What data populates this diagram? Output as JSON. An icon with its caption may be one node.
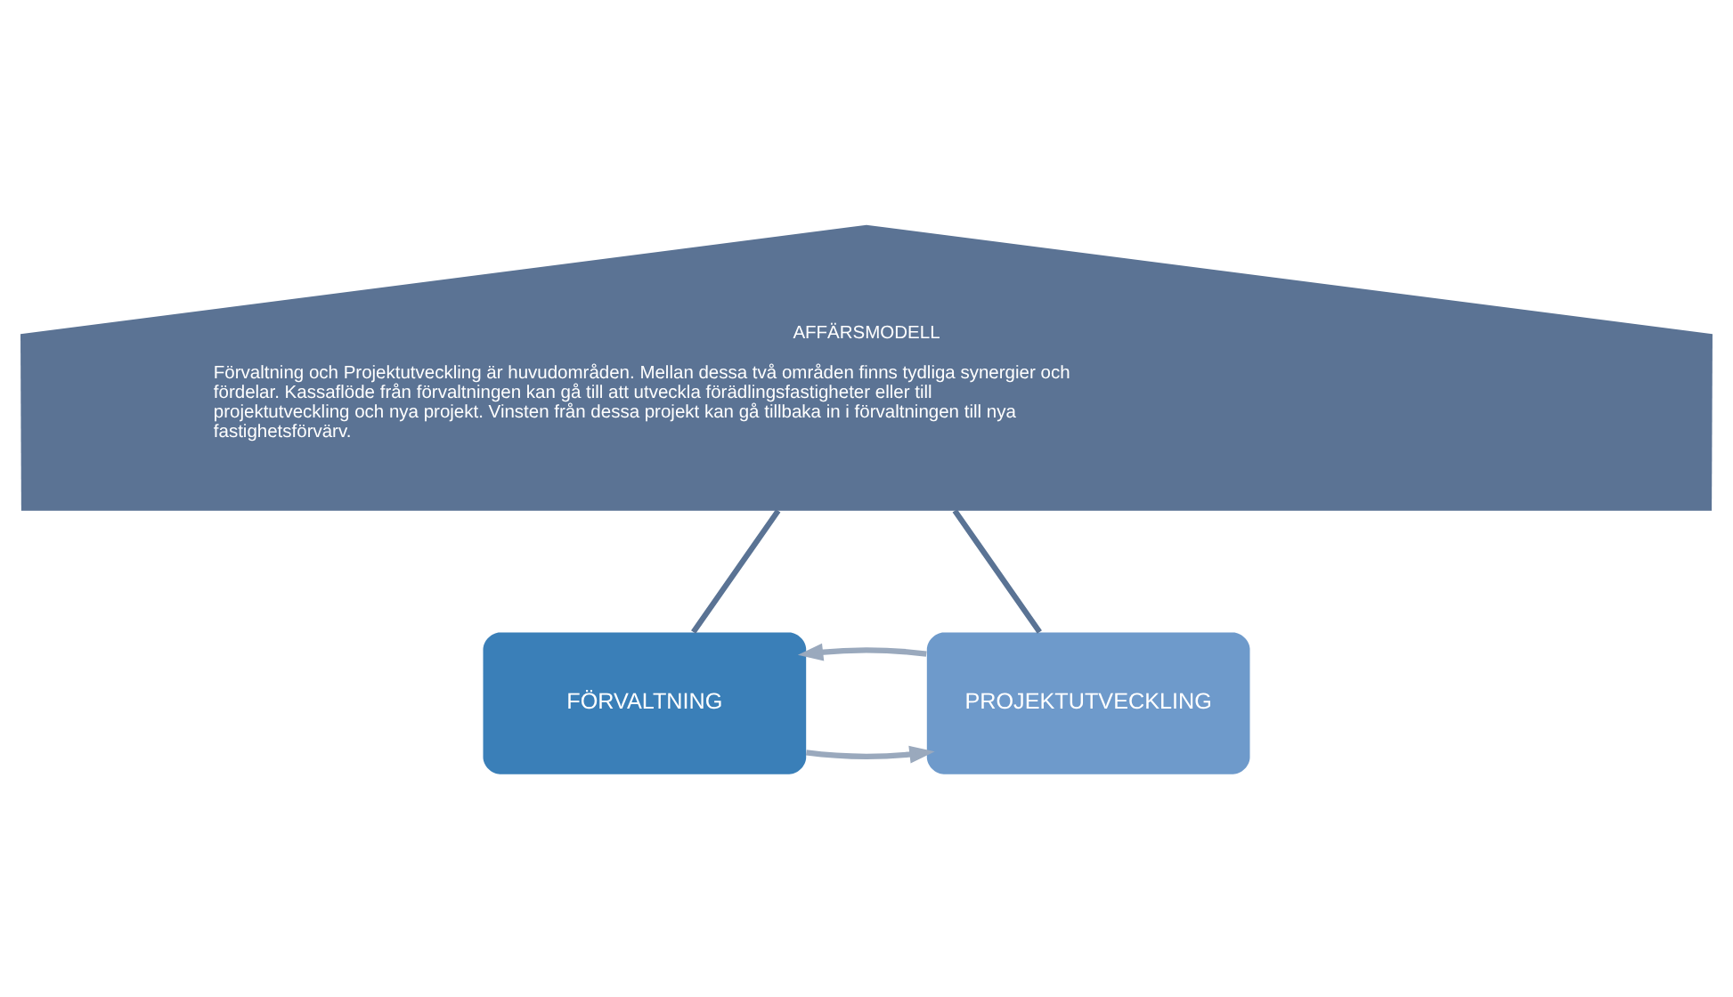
{
  "diagram": {
    "nodes": [
      {
        "text": [
          "AFFÄRSMODELL",
          "Förvaltning och Projektutveckling är huvudområden. Mellan dessa två områden finns tydliga synergier och fördelar. Kassaflöde från förvaltningen kan gå till att utveckla förädlingsfastigheter eller till projektutveckling och nya projekt. Vinsten från dessa projekt kan gå tillbaka in i förvaltningen till nya fastighetsförvärv."
        ]
      },
      {
        "text": [
          "FÖRVALTNING"
        ]
      },
      {
        "text": [
          "PROJEKTUTVECKLING"
        ]
      }
    ],
    "edges": [
      {
        "from": 0,
        "to": 1,
        "arrow": "none",
        "color": "#5a7394"
      },
      {
        "from": 0,
        "to": 2,
        "arrow": "none",
        "color": "#5a7394"
      },
      {
        "from": 1,
        "to": 2,
        "arrow": "to"
      },
      {
        "from": 2,
        "to": 1,
        "arrow": "to"
      }
    ]
  }
}
